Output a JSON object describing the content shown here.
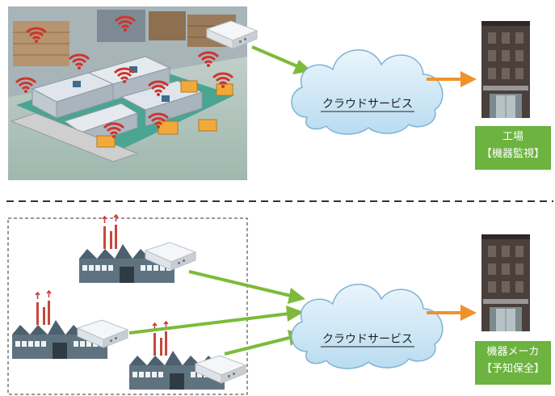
{
  "top": {
    "cloud_label": "クラウドサービス",
    "destination": {
      "line1": "工場",
      "line2": "【機器監視】"
    }
  },
  "bottom": {
    "cloud_label": "クラウドサービス",
    "destination": {
      "line1": "機器メーカ",
      "line2": "【予知保全】"
    }
  },
  "colors": {
    "device_arrow": "#7dba3a",
    "output_arrow": "#f0922b",
    "cloud_fill": "#d2e9f6",
    "cloud_stroke": "#7fb2d3",
    "badge": "#6cb33f",
    "wifi_signal": "#d0342c",
    "building": "#4a3f3b"
  },
  "icons": [
    "smart-factory-illustration",
    "gateway-device-icon",
    "wifi-signal-icon",
    "factory-icon",
    "cloud-icon",
    "office-building-icon"
  ]
}
